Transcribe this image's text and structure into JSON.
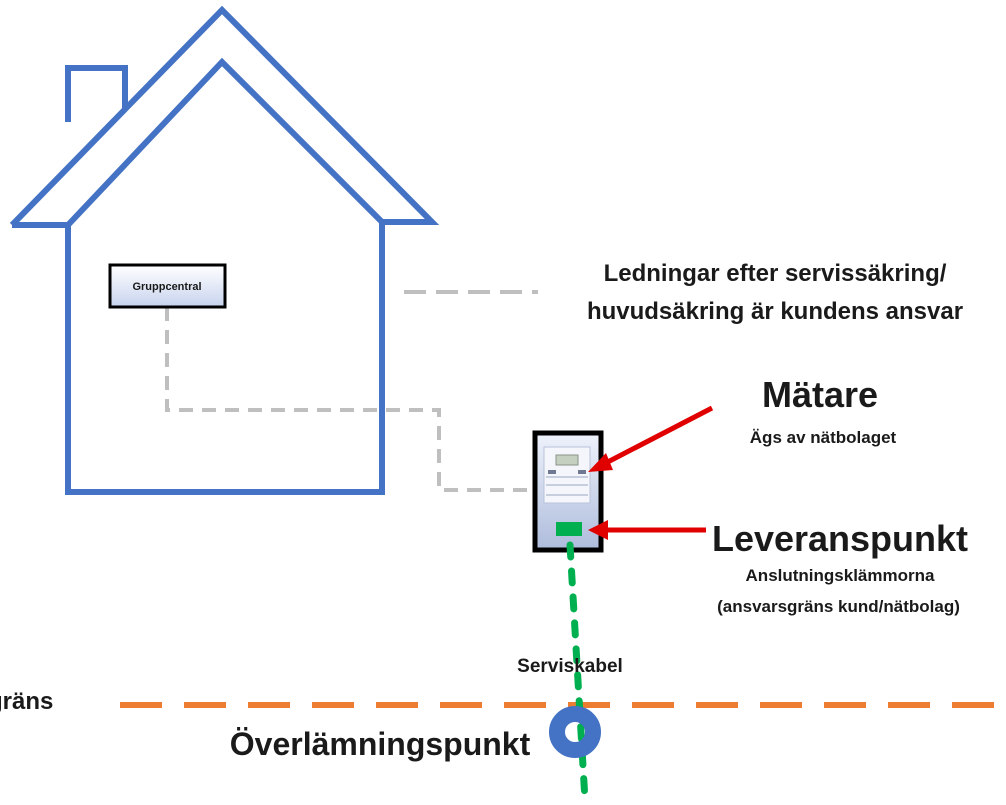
{
  "labels": {
    "panel": "Gruppcentral",
    "wiring_line1": "Ledningar efter servissäkring/",
    "wiring_line2": "huvudsäkring är kundens ansvar",
    "meter_title": "Mätare",
    "meter_sub": "Ägs av nätbolaget",
    "delivery_title": "Leveranspunkt",
    "delivery_sub1": "Anslutningsklämmorna",
    "delivery_sub2": "(ansvarsgräns kund/nätbolag)",
    "service_cable": "Serviskabel",
    "boundary": "gräns",
    "handover": "Överlämningspunkt"
  },
  "colors": {
    "house": "#4472c4",
    "customer_wiring": "#bfbfbf",
    "service_cable": "#00b050",
    "boundary_line": "#ed7d31",
    "arrow": "#e00000",
    "panel_fill": "#dbe3f3",
    "meter_frame": "#000000",
    "handover_ring": "#4472c4"
  }
}
